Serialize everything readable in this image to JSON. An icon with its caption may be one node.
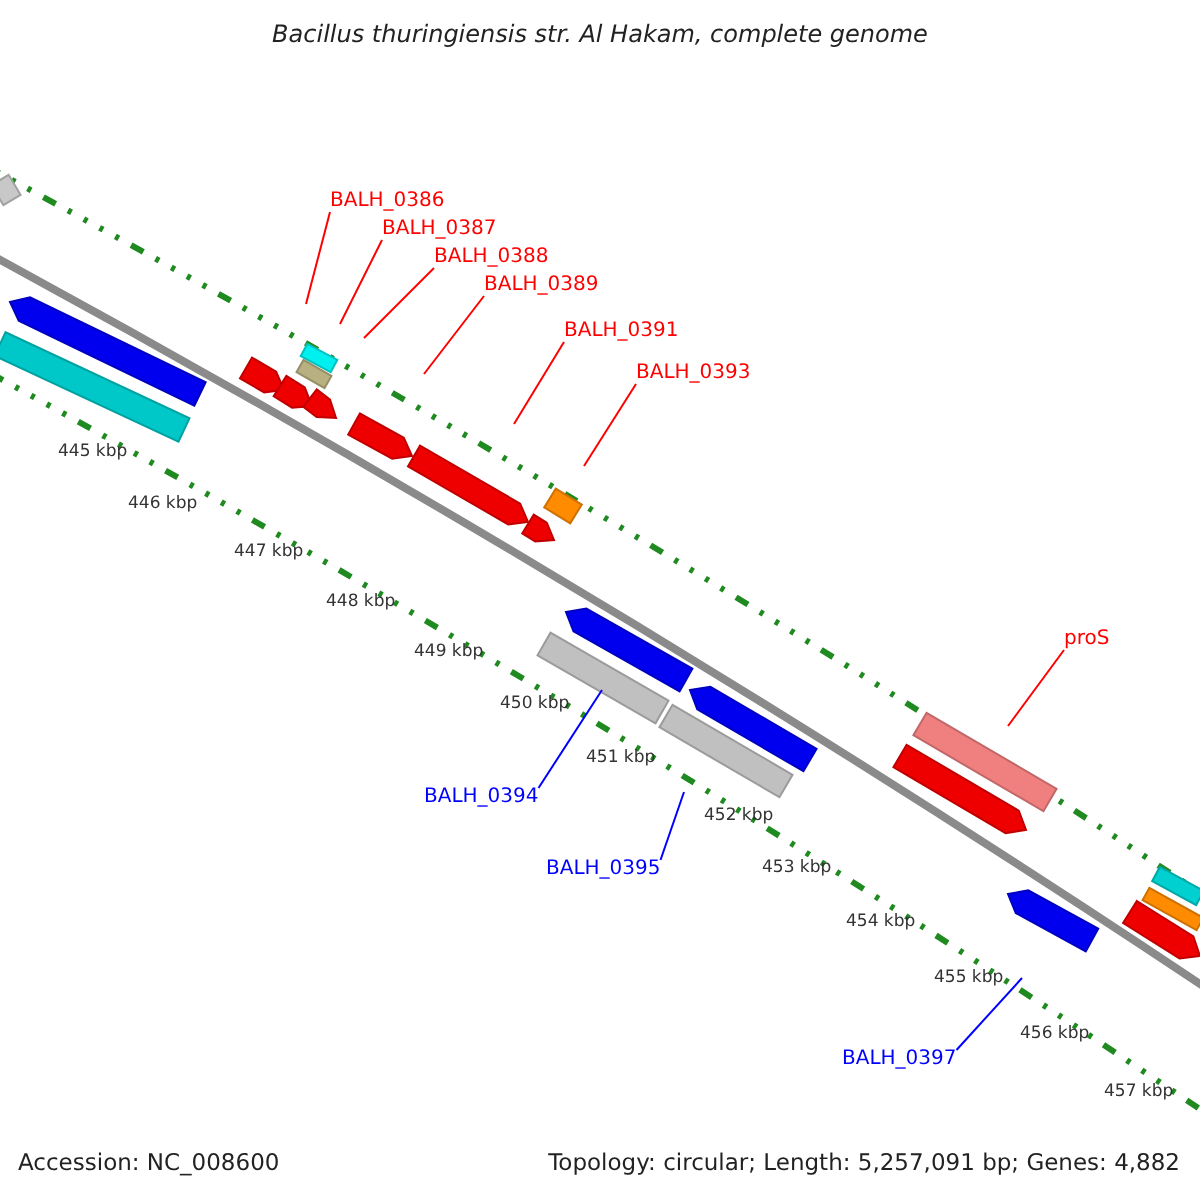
{
  "diagram": {
    "title": "Bacillus thuringiensis str. Al Hakam, complete genome",
    "nodes": [
      {
        "text": [
          "BALH_0386"
        ]
      },
      {
        "text": [
          "BALH_0387"
        ]
      },
      {
        "text": [
          "BALH_0388"
        ]
      },
      {
        "text": [
          "BALH_0389"
        ]
      },
      {
        "text": [
          "BALH_0391"
        ]
      },
      {
        "text": [
          "BALH_0393"
        ]
      },
      {
        "text": [
          "proS"
        ]
      },
      {
        "text": [
          "BALH_0394"
        ]
      },
      {
        "text": [
          "BALH_0395"
        ]
      },
      {
        "text": [
          "BALH_0397"
        ]
      }
    ],
    "edges": [
      {
        "from": 0,
        "to": null,
        "arrow": "none"
      },
      {
        "from": 1,
        "to": null,
        "arrow": "none"
      },
      {
        "from": 2,
        "to": null,
        "arrow": "none"
      },
      {
        "from": 3,
        "to": null,
        "arrow": "none"
      },
      {
        "from": 4,
        "to": null,
        "arrow": "none"
      },
      {
        "from": 5,
        "to": null,
        "arrow": "none"
      },
      {
        "from": 6,
        "to": null,
        "arrow": "none"
      },
      {
        "from": 7,
        "to": null,
        "arrow": "none",
        "color": "#0000ff"
      },
      {
        "from": 8,
        "to": null,
        "arrow": "none",
        "color": "#0000ff"
      },
      {
        "from": 9,
        "to": null,
        "arrow": "none",
        "color": "#0000ff"
      }
    ],
    "labels": [
      "445 kbp",
      "446 kbp",
      "447 kbp",
      "448 kbp",
      "449 kbp",
      "450 kbp",
      "451 kbp",
      "452 kbp",
      "453 kbp",
      "454 kbp",
      "455 kbp",
      "456 kbp",
      "457 kbp",
      "Accession: NC_008600",
      "Topology: circular; Length: 5,257,091 bp; Genes: 4,882"
    ]
  }
}
